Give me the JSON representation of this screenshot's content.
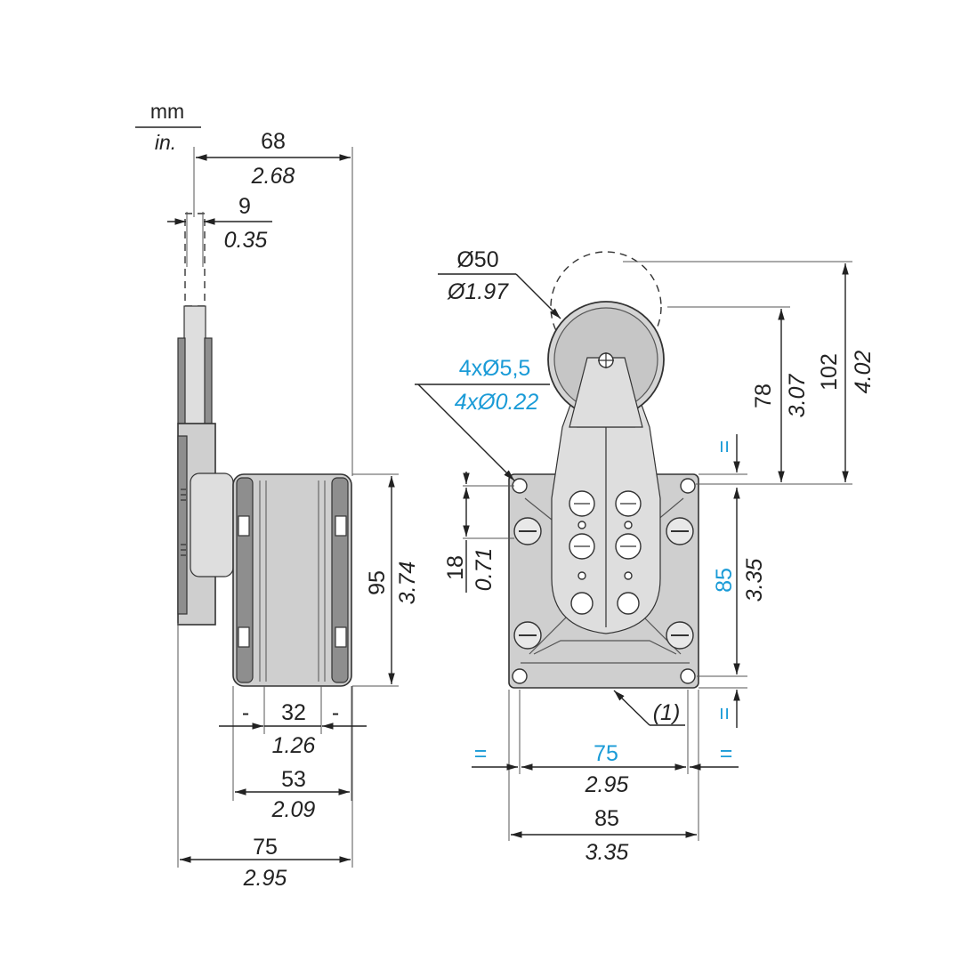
{
  "units": {
    "primary": "mm",
    "secondary": "in."
  },
  "colors": {
    "line": "#222222",
    "body": "#cfcfcf",
    "highlight": "#1a9bd7"
  },
  "side_view": {
    "top_width": {
      "mm": "68",
      "in": "2.68"
    },
    "lever_width": {
      "mm": "9",
      "in": "0.35"
    },
    "height": {
      "mm": "95",
      "in": "3.74"
    },
    "center": {
      "mm": "32",
      "in": "1.26",
      "mark_left": "-",
      "mark_right": "-"
    },
    "body_width": {
      "mm": "53",
      "in": "2.09"
    },
    "overall_width": {
      "mm": "75",
      "in": "2.95"
    }
  },
  "front_view": {
    "roller_diameter": {
      "mm": "Ø50",
      "in": "Ø1.97"
    },
    "mounting_holes": {
      "mm": "4xØ5,5",
      "in": "4xØ0.22"
    },
    "roller_height": {
      "mm": "102",
      "in": "4.02"
    },
    "axis_height": {
      "mm": "78",
      "in": "3.07"
    },
    "hole_spacing_v": {
      "mm": "85",
      "in": "3.35"
    },
    "hole_offset": {
      "mm": "18",
      "in": "0.71"
    },
    "hole_spacing_h": {
      "mm": "75",
      "in": "2.95"
    },
    "body_width": {
      "mm": "85",
      "in": "3.35"
    },
    "note": "(1)",
    "equal_marks": [
      "=",
      "=",
      "=",
      "="
    ]
  }
}
